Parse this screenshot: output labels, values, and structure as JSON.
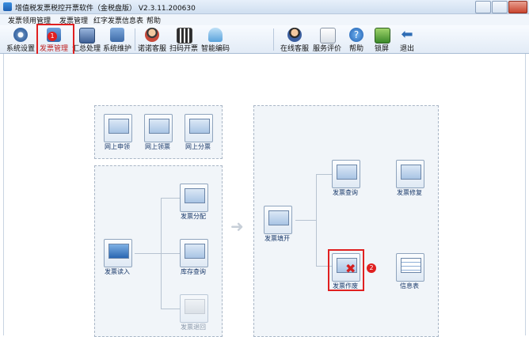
{
  "window": {
    "title": "增值税发票税控开票软件（金税盘版） V2.3.11.200630"
  },
  "menu": [
    "发票领用管理",
    "发票管理",
    "红字发票信息表",
    "帮助"
  ],
  "toolbar": {
    "left": [
      "系统设置",
      "发票管理",
      "汇总处理",
      "系统维护",
      "诺诺客服",
      "扫码开票",
      "智能编码"
    ],
    "right": [
      "在线客服",
      "服务评价",
      "帮助",
      "锁屏",
      "退出"
    ]
  },
  "panels": {
    "top_left": [
      "网上申领",
      "网上领票",
      "网上分票"
    ],
    "left_flow": {
      "source": "发票读入",
      "targets": [
        "发票分配",
        "库存查询",
        "发票退回"
      ]
    },
    "right_flow": {
      "source": "发票填开",
      "targets": [
        "发票查询",
        "发票作废"
      ],
      "extra": [
        "发票修复",
        "信息表"
      ]
    }
  },
  "markers": [
    "1",
    "2"
  ],
  "colors": {
    "accent": "#e02020",
    "panel": "#f1f5f9",
    "label": "#1a3a6c"
  }
}
